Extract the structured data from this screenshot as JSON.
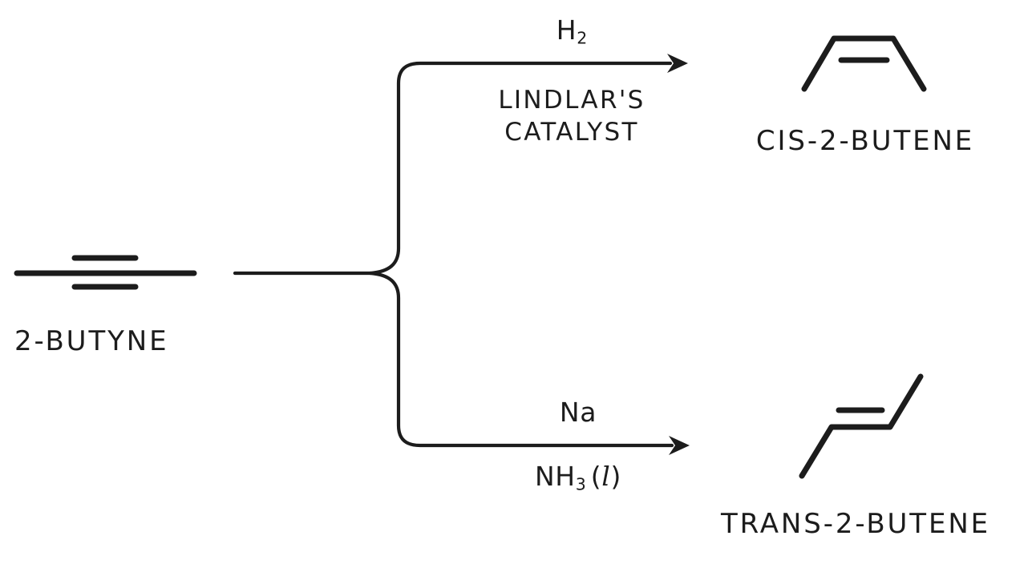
{
  "diagram": {
    "title": "2-Butyne hydrogenation reaction scheme",
    "type": "reaction-scheme",
    "background_color": "#ffffff",
    "stroke_color": "#1c1c1c"
  },
  "reactant": {
    "name": "2-BUTYNE",
    "structure": "alkyne-triple-bond"
  },
  "branches": {
    "top": {
      "reagent_above": "H",
      "reagent_above_sub": "2",
      "reagent_below_line1": "LINDLAR'S",
      "reagent_below_line2": "CATALYST",
      "product_name": "CIS-2-BUTENE",
      "product_structure": "cis-alkene"
    },
    "bottom": {
      "reagent_above": "Na",
      "reagent_below_prefix": "NH",
      "reagent_below_sub": "3",
      "reagent_below_state_open": "(",
      "reagent_below_state": "l",
      "reagent_below_state_close": ")",
      "product_name": "TRANS-2-BUTENE",
      "product_structure": "trans-alkene"
    }
  }
}
